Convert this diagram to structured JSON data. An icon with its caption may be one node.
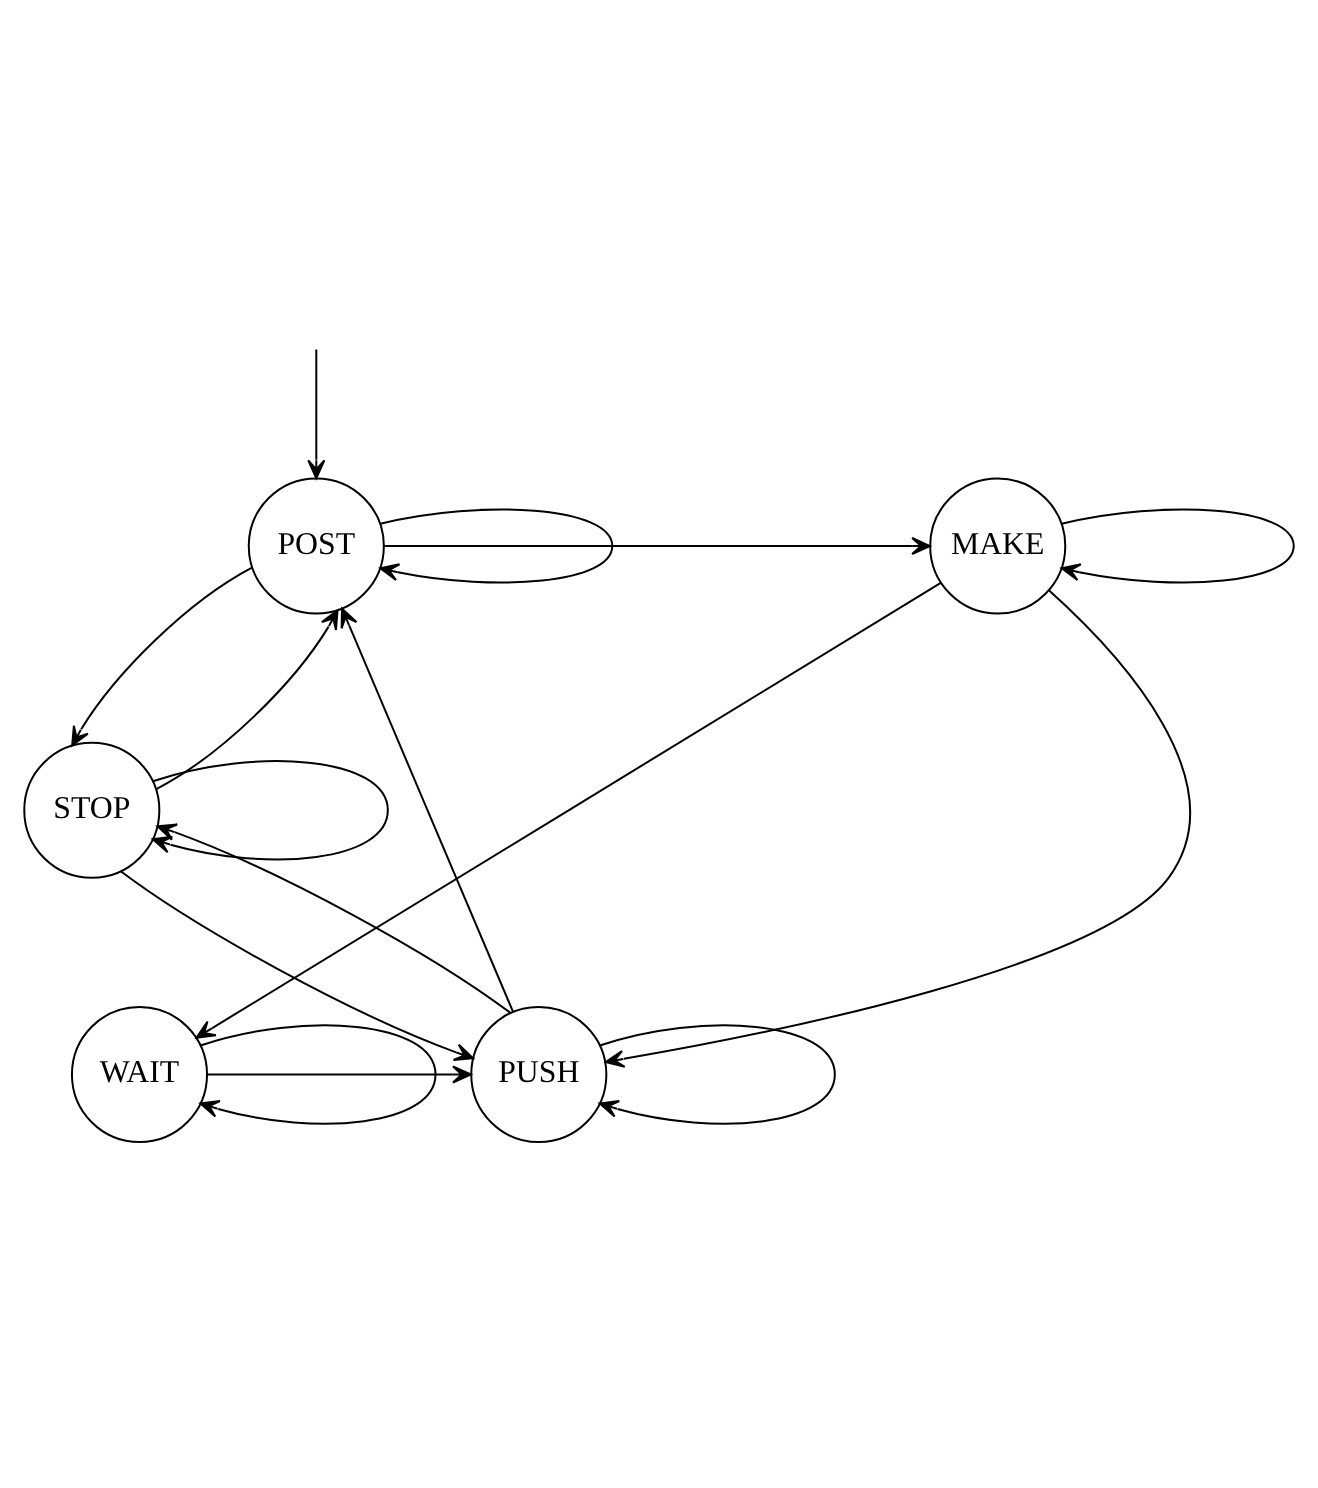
{
  "diagram": {
    "nodes": [
      {
        "text": [
          "POST"
        ]
      },
      {
        "text": [
          "MAKE"
        ]
      },
      {
        "text": [
          "STOP"
        ]
      },
      {
        "text": [
          "PUSH"
        ]
      },
      {
        "text": [
          "WAIT"
        ]
      }
    ],
    "edges": [
      {
        "from": null,
        "to": 0,
        "arrow": "to"
      },
      {
        "from": 0,
        "to": 0,
        "arrow": "to"
      },
      {
        "from": 0,
        "to": 1,
        "arrow": "to"
      },
      {
        "from": 1,
        "to": 1,
        "arrow": "to"
      },
      {
        "from": 0,
        "to": 2,
        "arrow": "to"
      },
      {
        "from": 2,
        "to": 0,
        "arrow": "to"
      },
      {
        "from": 2,
        "to": 2,
        "arrow": "to"
      },
      {
        "from": 3,
        "to": 2,
        "arrow": "to"
      },
      {
        "from": 2,
        "to": 3,
        "arrow": "to"
      },
      {
        "from": 3,
        "to": 0,
        "arrow": "to"
      },
      {
        "from": 1,
        "to": 3,
        "arrow": "to"
      },
      {
        "from": 1,
        "to": 4,
        "arrow": "to"
      },
      {
        "from": 4,
        "to": 3,
        "arrow": "to"
      },
      {
        "from": 4,
        "to": 4,
        "arrow": "to"
      },
      {
        "from": 3,
        "to": 3,
        "arrow": "to"
      }
    ]
  }
}
